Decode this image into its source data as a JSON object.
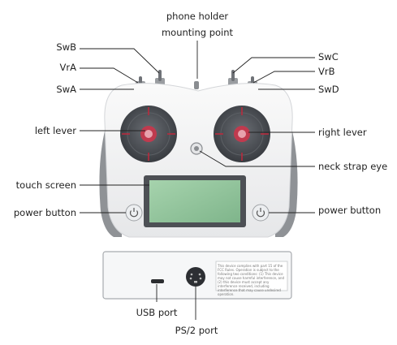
{
  "labels": {
    "phone_holder_line1": "phone holder",
    "phone_holder_line2": "mounting point",
    "swb": "SwB",
    "vra": "VrA",
    "swa": "SwA",
    "swc": "SwC",
    "vrb": "VrB",
    "swd": "SwD",
    "left_lever": "left lever",
    "right_lever": "right lever",
    "neck_strap_eye": "neck strap eye",
    "touch_screen": "touch screen",
    "power_button_left": "power button",
    "power_button_right": "power button",
    "usb_port": "USB port",
    "ps2_port": "PS/2 port"
  },
  "notice_text": "This device complies with part 15 of the FCC Rules. Operation is subject to the following two conditions: (1) This device may not cause harmful interference, and (2) this device must accept any interference received, including interference that may cause undesired operation.",
  "colors": {
    "body": "#f3f4f5",
    "grip": "#8f9296",
    "gimbal": "#4a4d52",
    "stick_accent": "#c0283c",
    "screen": "#8fc49a",
    "leader_line": "#222222"
  }
}
